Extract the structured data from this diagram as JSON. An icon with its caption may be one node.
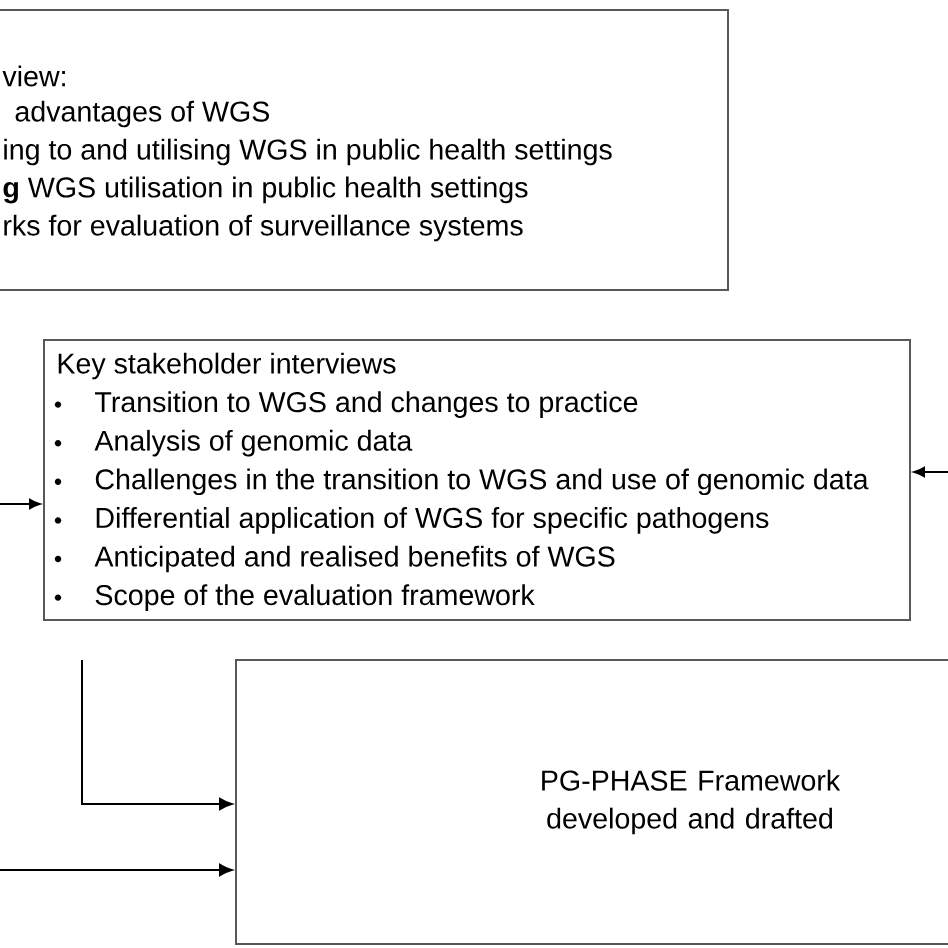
{
  "diagram": {
    "nodes": [
      {
        "text": [
          "view:",
          "advantages of WGS",
          "ing to and utilising WGS in public health settings",
          "**g** WGS utilisation in public health settings",
          "rks for evaluation of surveillance systems"
        ]
      },
      {
        "text": [
          "Key stakeholder interviews",
          "Transition to WGS and changes to practice",
          "Analysis of genomic data",
          "Challenges in the transition to WGS and use of genomic data",
          "Differential application of WGS for specific pathogens",
          "Anticipated and realised benefits of WGS",
          "Scope of the evaluation framework"
        ]
      },
      {
        "text": [
          "PG-PHASE Framework developed and drafted"
        ]
      }
    ],
    "edges": [
      {
        "from": null,
        "to": 1,
        "arrow": "to"
      },
      {
        "from": null,
        "to": 1,
        "arrow": "to"
      },
      {
        "from": null,
        "to": 2,
        "arrow": "to"
      },
      {
        "from": null,
        "to": 2,
        "arrow": "to"
      }
    ]
  }
}
